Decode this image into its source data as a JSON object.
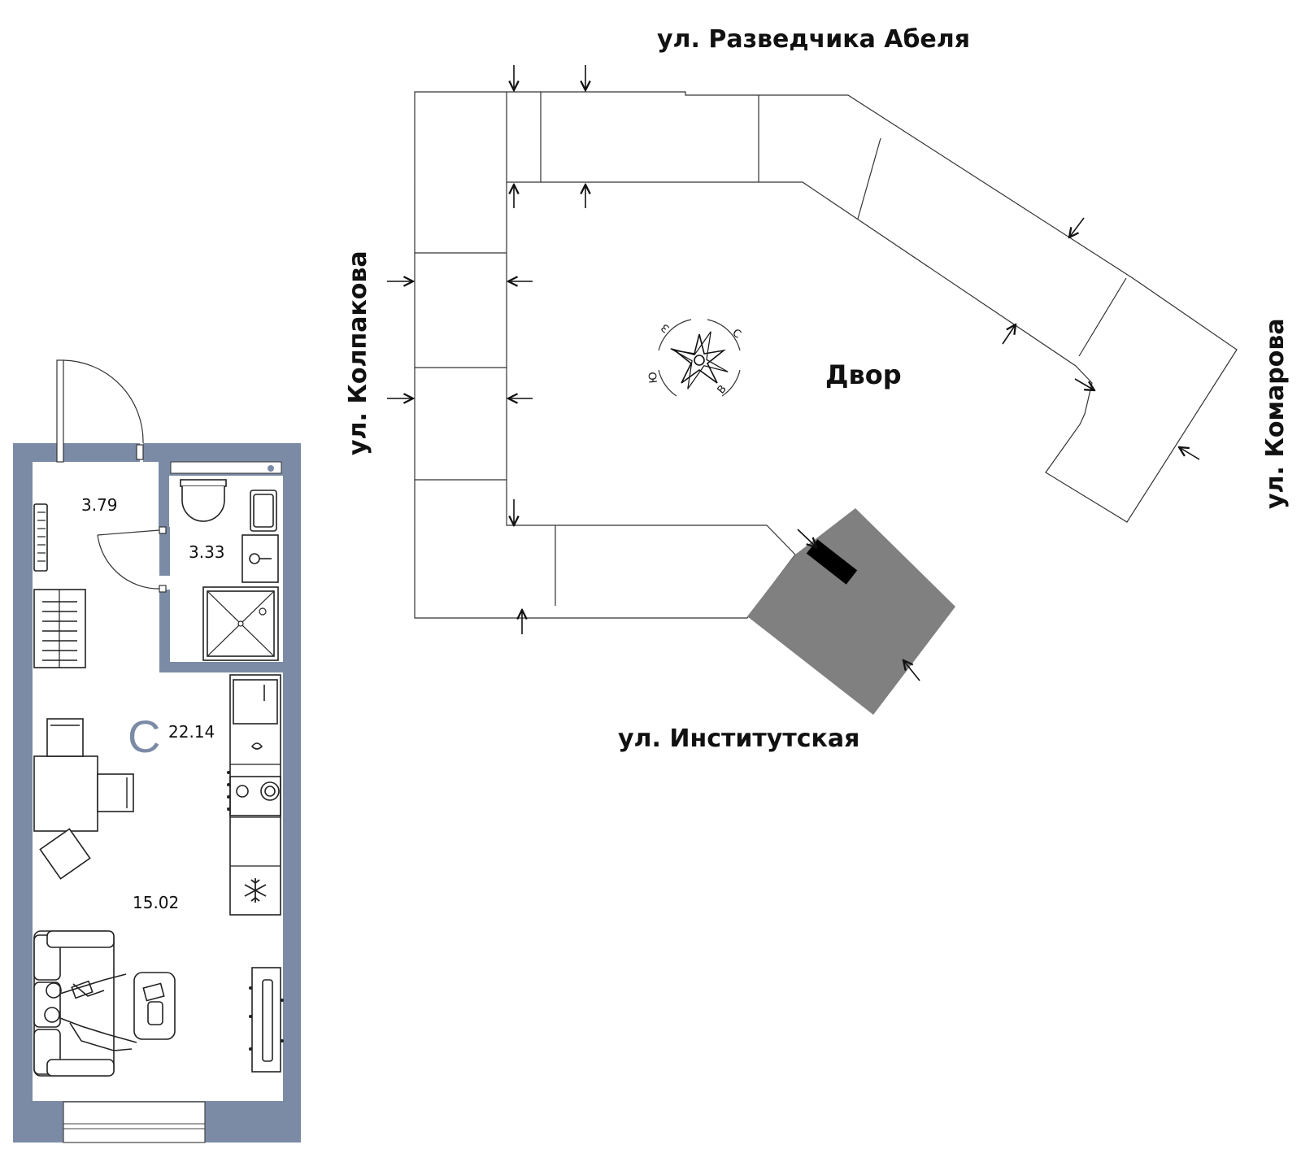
{
  "colors": {
    "wall": "#7b8ba6",
    "accent": "#7b8ba6",
    "dark_building": "#808080",
    "entrance_mark": "#000000"
  },
  "streets": {
    "north": "ул. Разведчика Абеля",
    "west": "ул. Колпакова",
    "east": "ул. Комарова",
    "south": "ул. Институтская"
  },
  "site": {
    "yard_label": "Двор"
  },
  "compass": {
    "icon": "compass-rose-icon",
    "north": "С",
    "east": "В",
    "south": "Ю",
    "west": "З"
  },
  "apartment": {
    "type_label": "С",
    "total_area": "22.14",
    "rooms": [
      {
        "name": "hallway",
        "area": "3.79"
      },
      {
        "name": "bathroom",
        "area": "3.33"
      },
      {
        "name": "living-room",
        "area": "15.02"
      }
    ]
  }
}
